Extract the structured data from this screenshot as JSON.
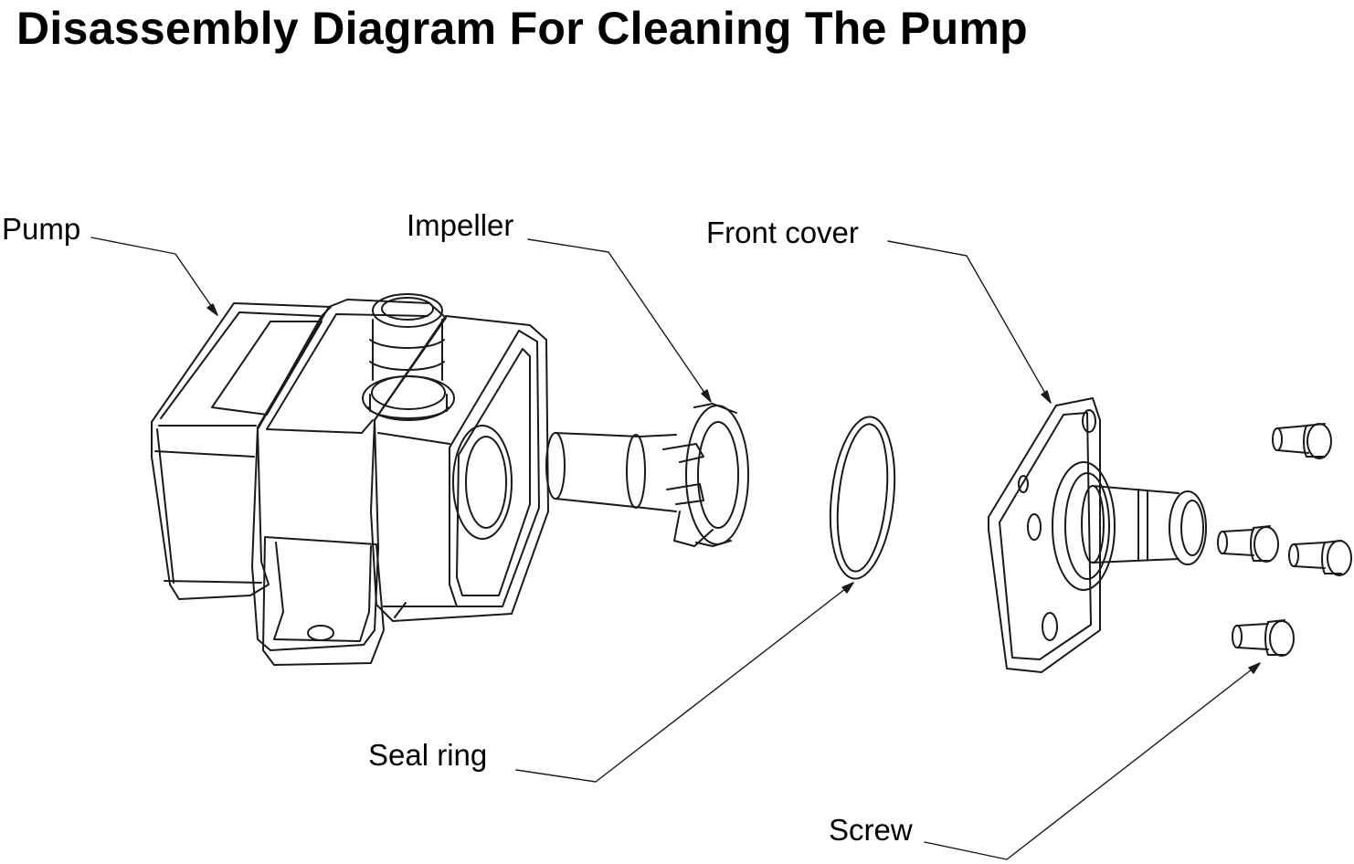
{
  "title": "Disassembly Diagram For Cleaning The Pump",
  "labels": {
    "pump": "Pump",
    "impeller": "Impeller",
    "front_cover": "Front cover",
    "seal_ring": "Seal ring",
    "screw": "Screw"
  },
  "colors": {
    "line": "#1a1a1a",
    "background": "#ffffff"
  }
}
